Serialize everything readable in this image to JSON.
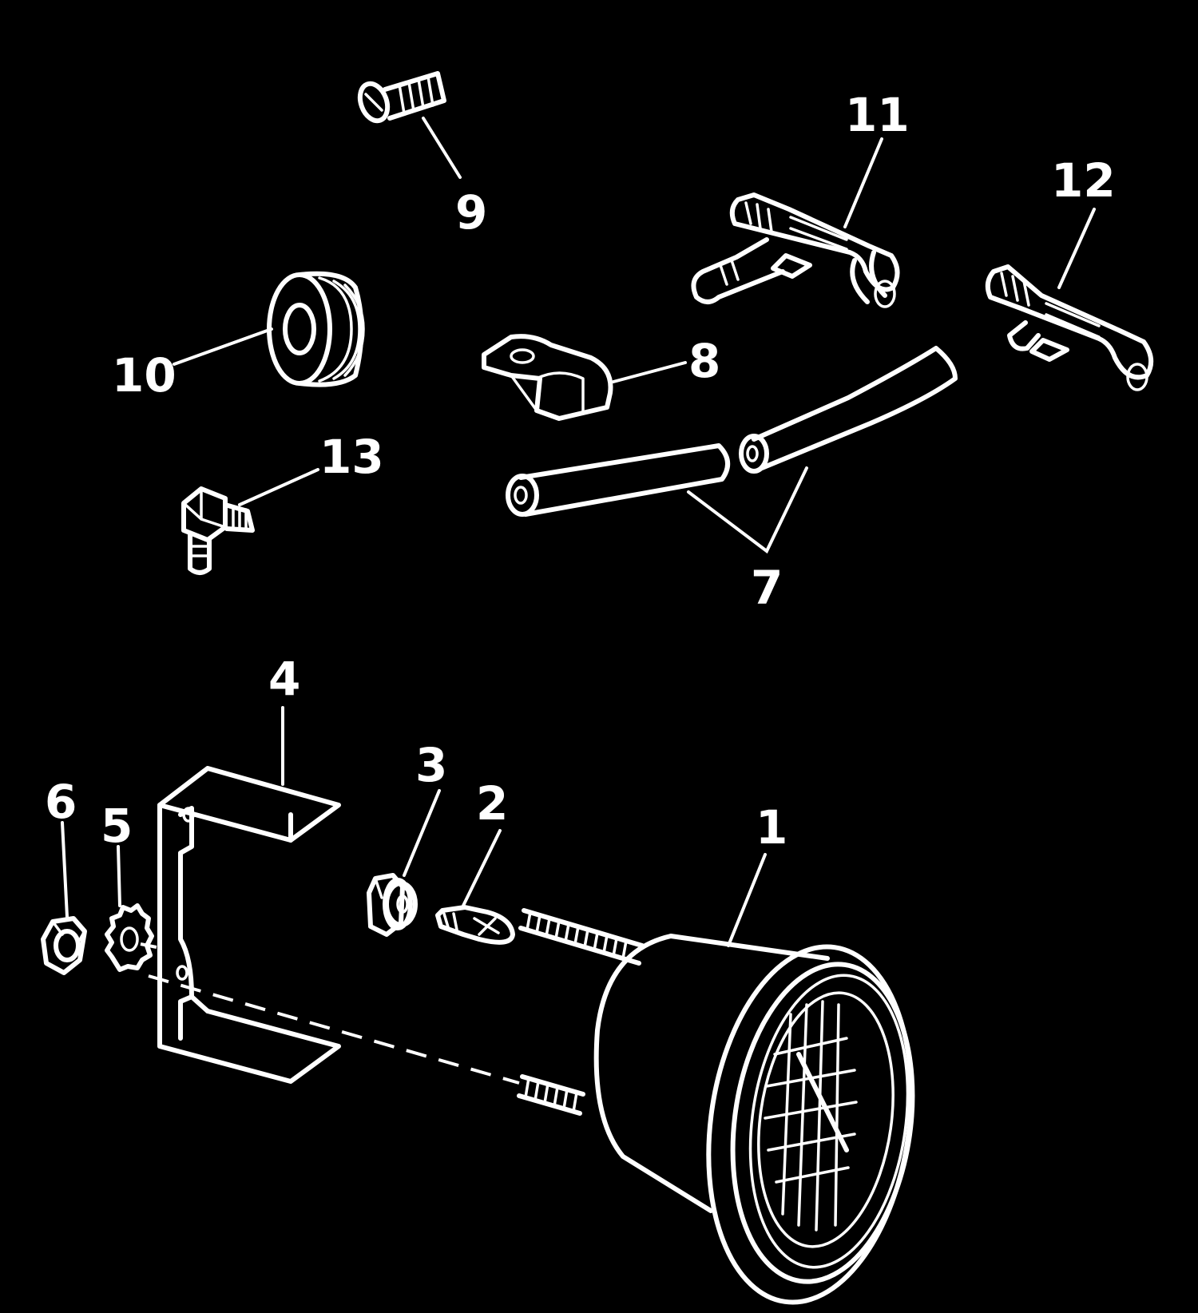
{
  "callouts": {
    "c1": "1",
    "c2": "2",
    "c3": "3",
    "c4": "4",
    "c5": "5",
    "c6": "6",
    "c7": "7",
    "c8": "8",
    "c9": "9",
    "c10": "10",
    "c11": "11",
    "c12": "12",
    "c13": "13"
  },
  "colors": {
    "background": "#000000",
    "line": "#ffffff"
  }
}
